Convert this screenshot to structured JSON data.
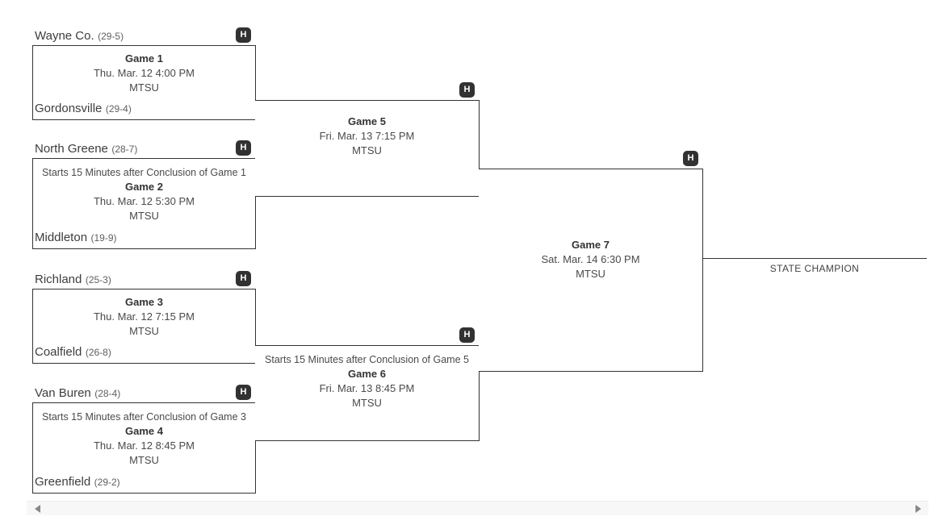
{
  "games": {
    "game1": {
      "label": "Game 1",
      "datetime": "Thu. Mar. 12 4:00 PM",
      "venue": "MTSU",
      "team_top": "Wayne Co.",
      "record_top": "(29-5)",
      "team_bottom": "Gordonsville",
      "record_bottom": "(29-4)"
    },
    "game2": {
      "label": "Game 2",
      "note": "Starts 15 Minutes after Conclusion of Game 1",
      "datetime": "Thu. Mar. 12 5:30 PM",
      "venue": "MTSU",
      "team_top": "North Greene",
      "record_top": "(28-7)",
      "team_bottom": "Middleton",
      "record_bottom": "(19-9)"
    },
    "game3": {
      "label": "Game 3",
      "datetime": "Thu. Mar. 12 7:15 PM",
      "venue": "MTSU",
      "team_top": "Richland",
      "record_top": "(25-3)",
      "team_bottom": "Coalfield",
      "record_bottom": "(26-8)"
    },
    "game4": {
      "label": "Game 4",
      "note": "Starts 15 Minutes after Conclusion of Game 3",
      "datetime": "Thu. Mar. 12 8:45 PM",
      "venue": "MTSU",
      "team_top": "Van Buren",
      "record_top": "(28-4)",
      "team_bottom": "Greenfield",
      "record_bottom": "(29-2)"
    },
    "game5": {
      "label": "Game 5",
      "datetime": "Fri. Mar. 13 7:15 PM",
      "venue": "MTSU"
    },
    "game6": {
      "label": "Game 6",
      "note": "Starts 15 Minutes after Conclusion of Game 5",
      "datetime": "Fri. Mar. 13 8:45 PM",
      "venue": "MTSU"
    },
    "game7": {
      "label": "Game 7",
      "datetime": "Sat. Mar. 14 6:30 PM",
      "venue": "MTSU"
    }
  },
  "badge": {
    "label": "H"
  },
  "champion": {
    "label": "STATE CHAMPION"
  },
  "colors": {
    "line": "#333333",
    "badge_bg": "#323232",
    "badge_text": "#ffffff",
    "team_text": "#3d3d3d",
    "record_text": "#5f5f5f",
    "info_text": "#4a4a4a",
    "champion_text": "#424242",
    "scroll_track": "#f7f7f7",
    "scroll_arrow": "#878787"
  }
}
